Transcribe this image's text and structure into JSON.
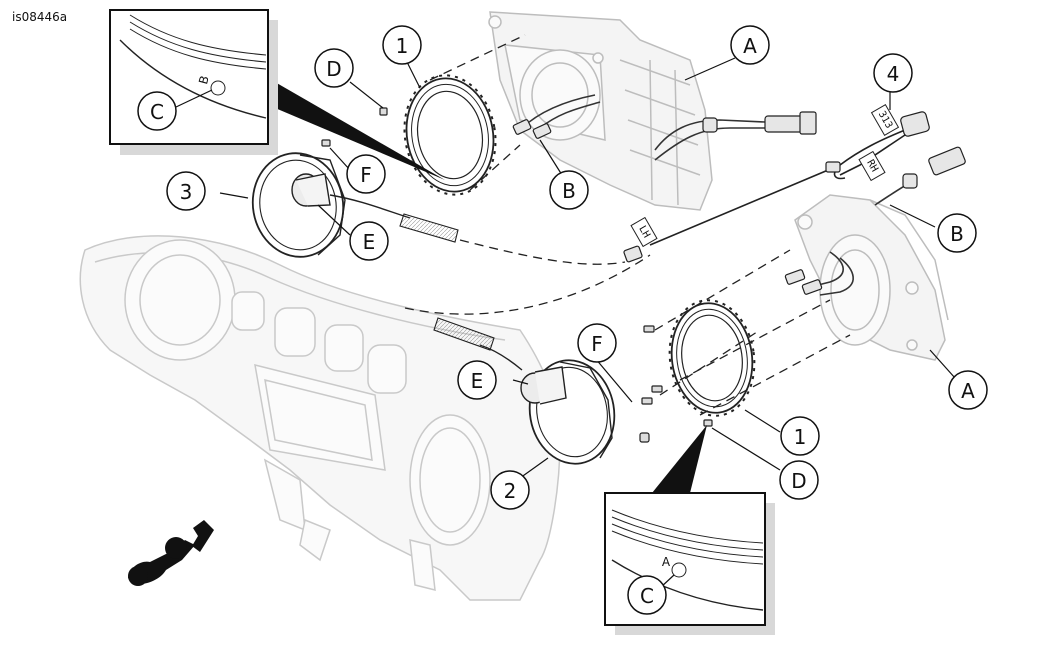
{
  "figure_id": "is08446a",
  "callouts": {
    "c1_top": "1",
    "c1_bottom": "1",
    "c2": "2",
    "c3": "3",
    "c4": "4",
    "cA_top": "A",
    "cA_bottom": "A",
    "cB_top": "B",
    "cB_right": "B",
    "cC_inset_top": "C",
    "cC_inset_bottom": "C",
    "cD_top": "D",
    "cD_bottom": "D",
    "cE_left": "E",
    "cE_lower": "E",
    "cF_top": "F",
    "cF_lower": "F"
  },
  "inset_marks": {
    "top": "B",
    "bottom": "A"
  },
  "wire_tags": {
    "lh": "LH",
    "rh": "RH",
    "ref": "313"
  }
}
